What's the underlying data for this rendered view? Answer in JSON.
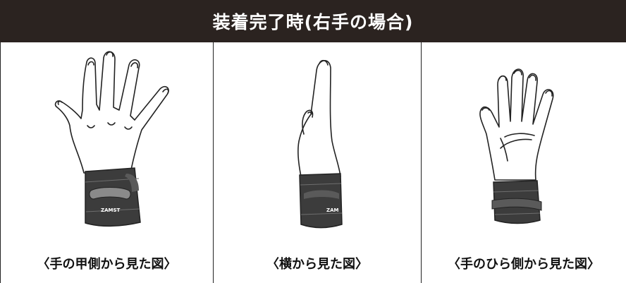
{
  "header": {
    "title": "装着完了時(右手の場合)"
  },
  "panels": [
    {
      "caption": "〈手の甲側から見た図〉",
      "brand": "ZAMST",
      "view": "back-of-hand"
    },
    {
      "caption": "〈横から見た図〉",
      "brand": "ZAM",
      "view": "side"
    },
    {
      "caption": "〈手のひら側から見た図〉",
      "view": "palm"
    }
  ],
  "colors": {
    "header_bg": "#2b2320",
    "brace_dark": "#3c3c3c",
    "brace_mid": "#5a5a5a",
    "brace_light": "#8a8a8a"
  }
}
